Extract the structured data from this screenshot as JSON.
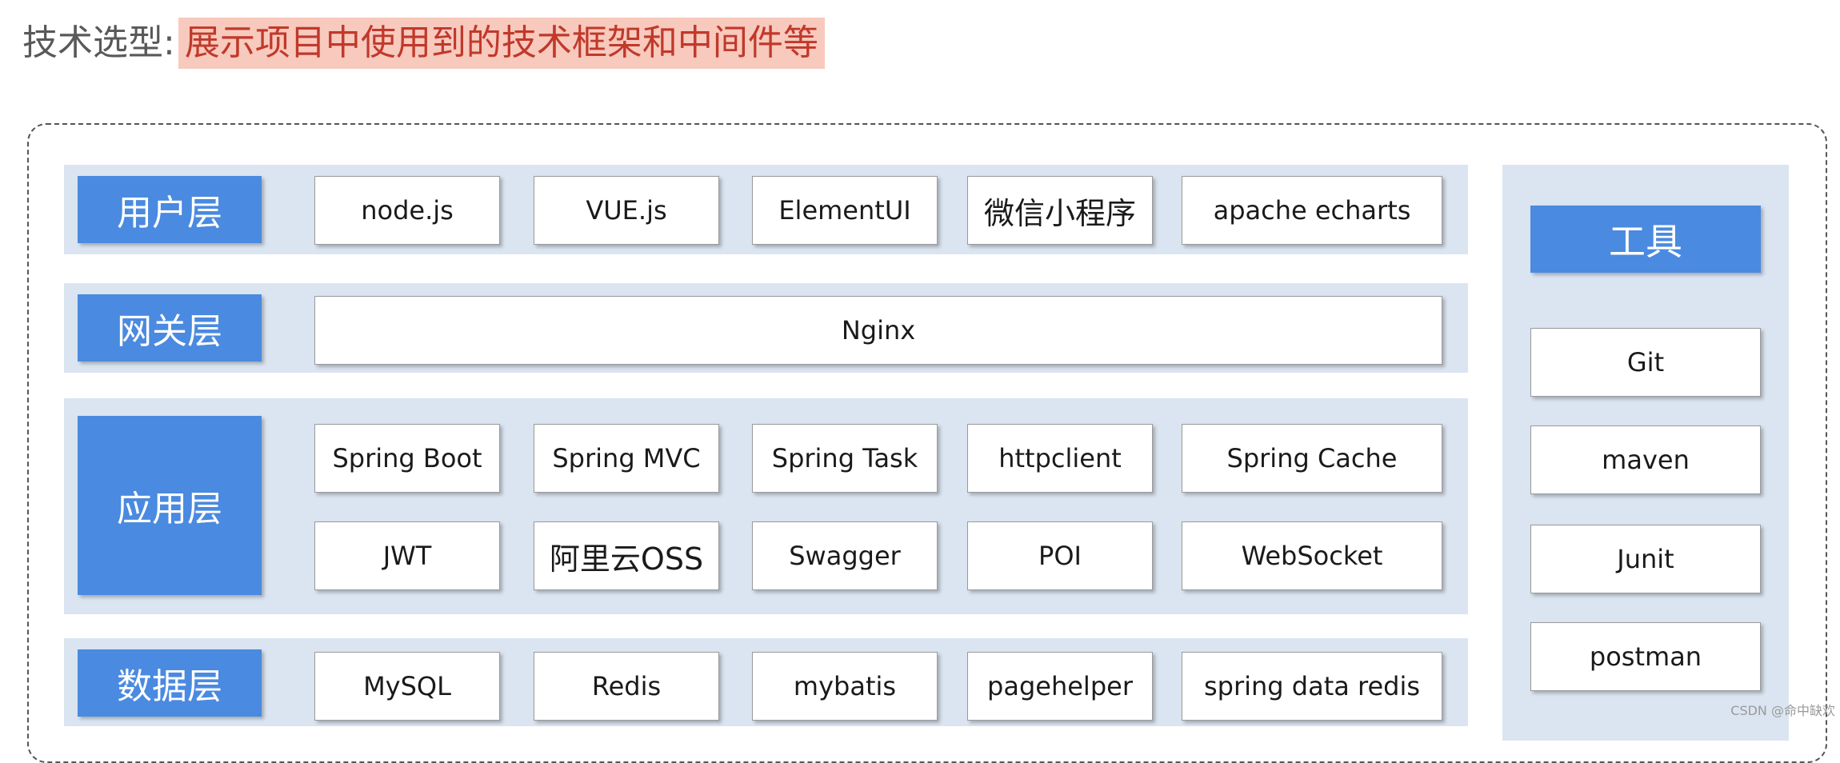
{
  "heading": {
    "prefix": "技术选型:",
    "highlight": "展示项目中使用到的技术框架和中间件等"
  },
  "layers": [
    {
      "label": "用户层",
      "items": [
        "node.js",
        "VUE.js",
        "ElementUI",
        "微信小程序",
        "apache echarts"
      ]
    },
    {
      "label": "网关层",
      "items": [
        "Nginx"
      ]
    },
    {
      "label": "应用层",
      "rows": [
        [
          "Spring Boot",
          "Spring MVC",
          "Spring Task",
          "httpclient",
          "Spring Cache"
        ],
        [
          "JWT",
          "阿里云OSS",
          "Swagger",
          "POI",
          "WebSocket"
        ]
      ]
    },
    {
      "label": "数据层",
      "items": [
        "MySQL",
        "Redis",
        "mybatis",
        "pagehelper",
        "spring data redis"
      ]
    }
  ],
  "tools": {
    "title": "工具",
    "items": [
      "Git",
      "maven",
      "Junit",
      "postman"
    ]
  },
  "watermark": "CSDN @命中缺欢",
  "colors": {
    "label_blue": "#4a8ae0",
    "band_bg": "#dbe5f1",
    "highlight_bg": "#f8c9bd",
    "highlight_text": "#c0392b"
  }
}
